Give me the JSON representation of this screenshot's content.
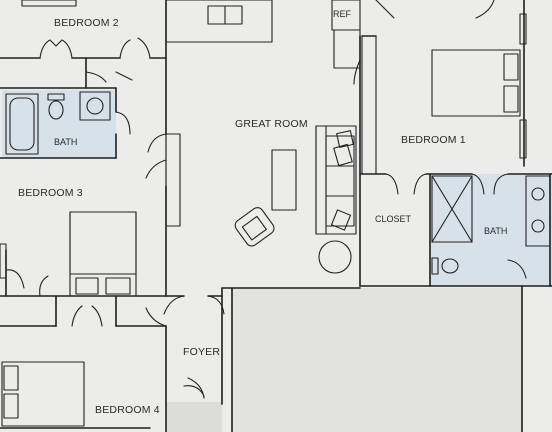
{
  "plan": {
    "rooms": {
      "bedroom2": "BEDROOM 2",
      "bath_upper": "BATH",
      "bedroom3": "BEDROOM 3",
      "bedroom4": "BEDROOM 4",
      "great_room": "GREAT ROOM",
      "bedroom1": "BEDROOM 1",
      "closet": "CLOSET",
      "bath_master": "BATH",
      "foyer": "FOYER",
      "ref": "REF"
    },
    "colors": {
      "room_fill": "#ececea",
      "bath_fill": "#d7e1ea",
      "garage_fill": "#e2e2e0",
      "bed1_fill": "#c98a8a",
      "bed3_fill": "#8e8a3c",
      "bed4_fill": "#386b8c",
      "couch_fill": "#666b57",
      "table_fill": "#6b3d2f",
      "chair_fill": "#5f8aa6",
      "ottoman_fill": "#d4c2a6",
      "wall_stroke": "#1e1e1e"
    }
  }
}
